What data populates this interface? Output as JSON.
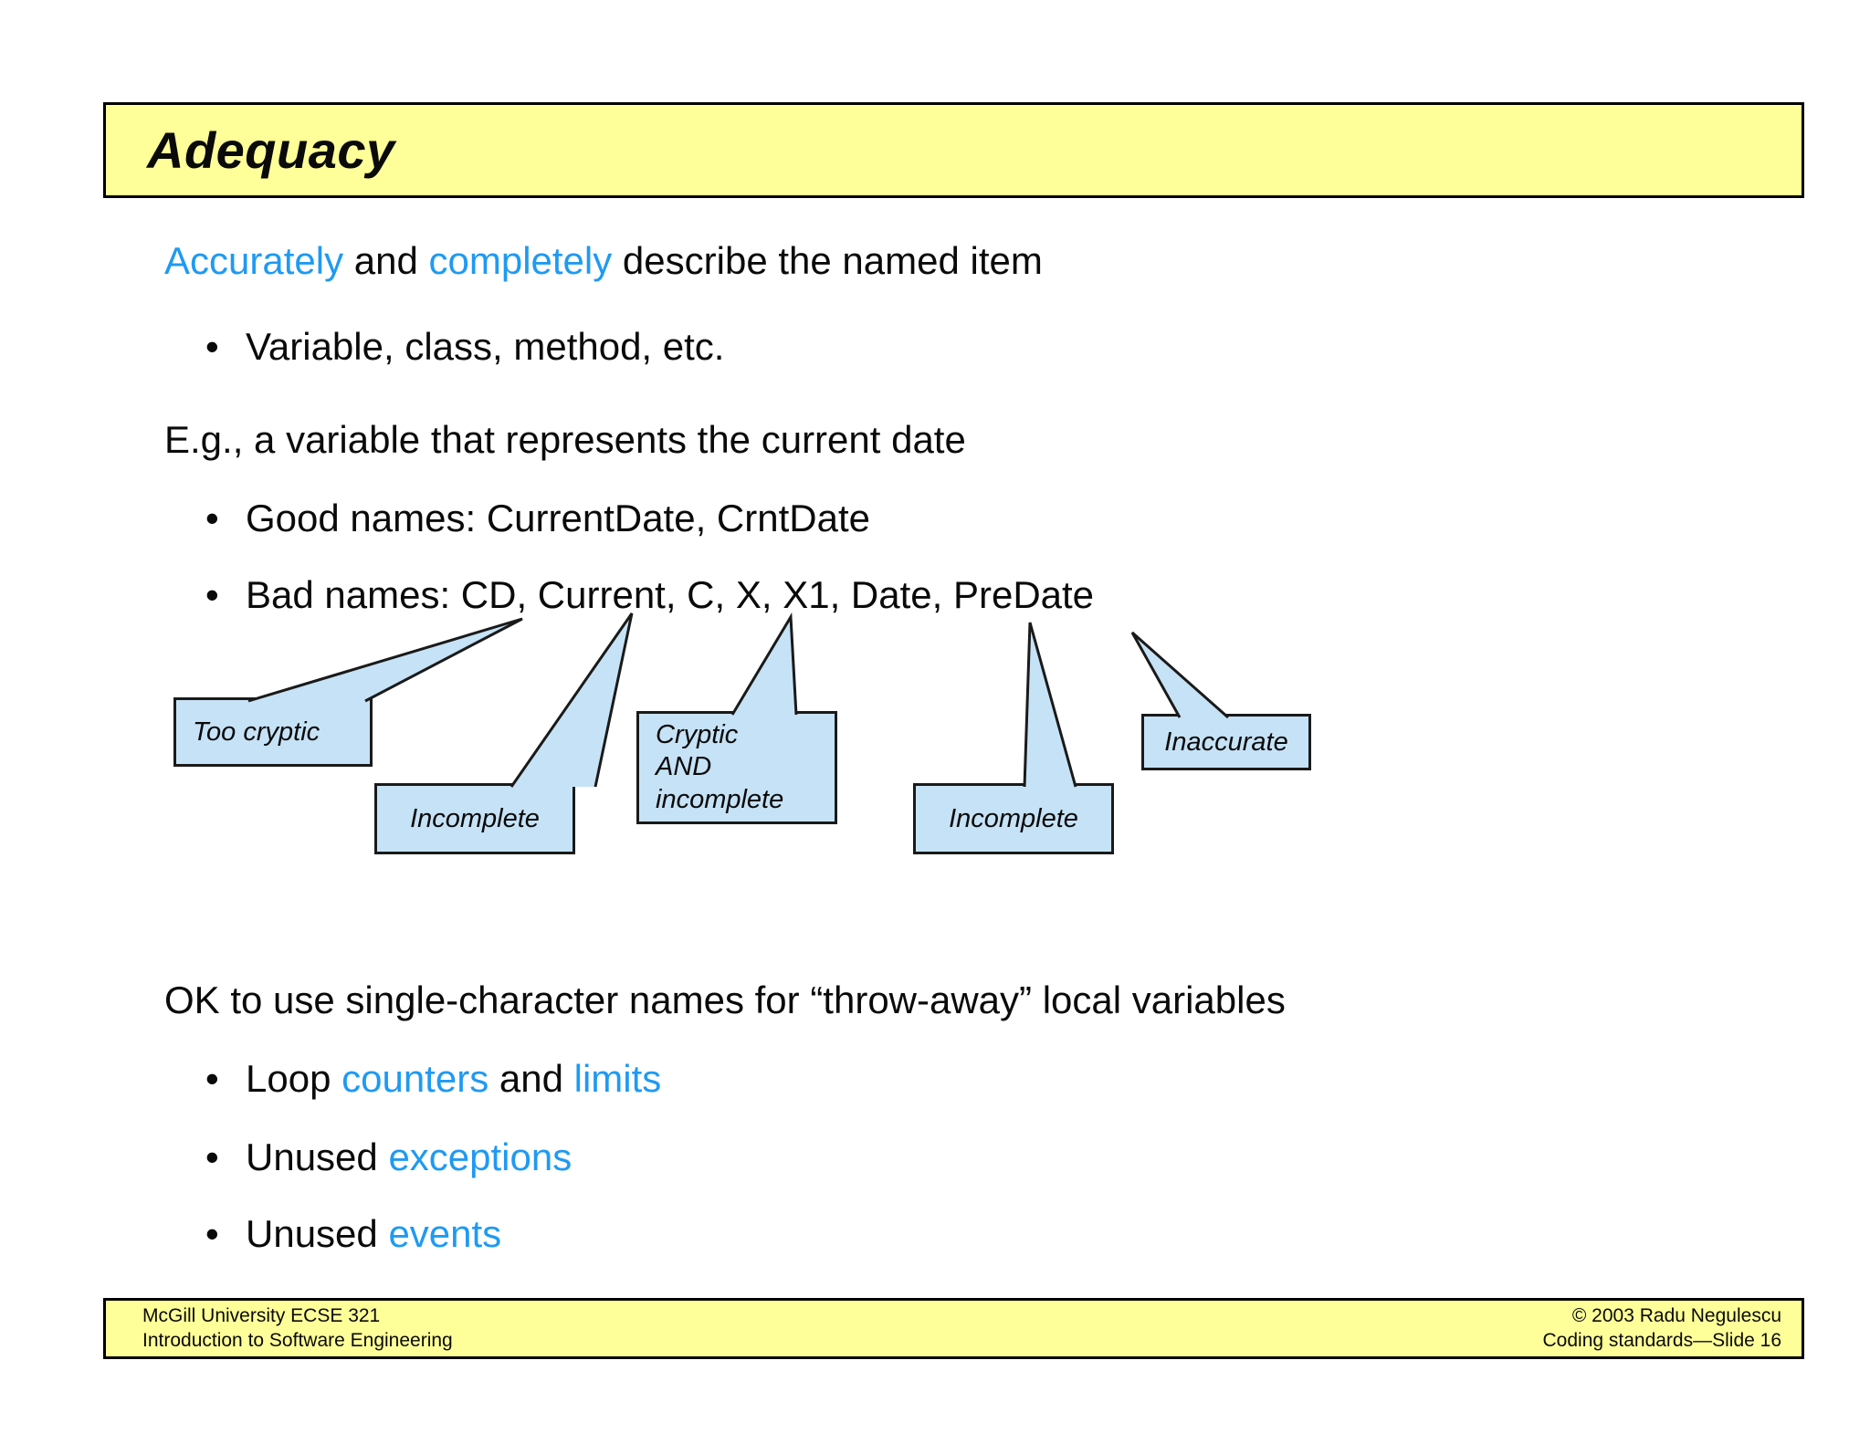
{
  "slide": {
    "title": "Adequacy",
    "bullet_char": "•",
    "colors": {
      "band_yellow": "#FFFF99",
      "callout_blue": "#C6E2F6",
      "accent_blue": "#1F9AF2"
    }
  },
  "body": {
    "intro": {
      "blue1": "Accurately",
      "mid1": " and ",
      "blue2": "completely",
      "rest": " describe the named item"
    },
    "bullet_variable": "Variable, class, method, etc.",
    "eg_line": "E.g., a variable that represents the current date",
    "bullet_good": "Good names: CurrentDate, CrntDate",
    "bullet_bad": "Bad names: CD, Current, C, X, X1, Date, PreDate",
    "ok_line": "OK to use single-character names for “throw-away” local variables",
    "bullet_loop": {
      "pre": "Loop ",
      "blue1": "counters",
      "mid": " and ",
      "blue2": "limits"
    },
    "bullet_exceptions": {
      "pre": "Unused ",
      "blue1": "exceptions"
    },
    "bullet_events": {
      "pre": "Unused ",
      "blue1": "events"
    }
  },
  "callouts": {
    "too_cryptic": "Too cryptic",
    "incomplete1": "Incomplete",
    "cryptic_line1": "Cryptic",
    "cryptic_line2": "AND",
    "cryptic_line3": "incomplete",
    "incomplete2": "Incomplete",
    "inaccurate": "Inaccurate"
  },
  "footer": {
    "left_line1": "McGill University ECSE 321",
    "left_line2": "Introduction to Software Engineering",
    "right_line1": "© 2003 Radu Negulescu",
    "right_line2": "Coding standards—Slide 16"
  }
}
